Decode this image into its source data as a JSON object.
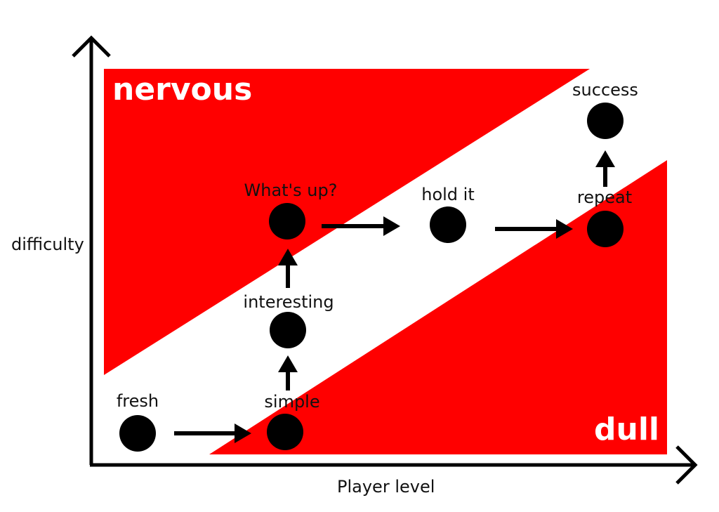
{
  "zones": {
    "upper": "nervous",
    "lower": "dull"
  },
  "axes": {
    "x_label": "Player level",
    "y_label": "difficulty"
  },
  "nodes": [
    {
      "id": "fresh",
      "label": "fresh"
    },
    {
      "id": "simple",
      "label": "simple"
    },
    {
      "id": "interesting",
      "label": "interesting"
    },
    {
      "id": "whats-up",
      "label": "What's up?"
    },
    {
      "id": "hold-it",
      "label": "hold it"
    },
    {
      "id": "repeat",
      "label": "repeat"
    },
    {
      "id": "success",
      "label": "success"
    }
  ],
  "edges": [
    {
      "from": "fresh",
      "to": "simple"
    },
    {
      "from": "simple",
      "to": "interesting"
    },
    {
      "from": "interesting",
      "to": "whats-up"
    },
    {
      "from": "whats-up",
      "to": "hold-it"
    },
    {
      "from": "hold-it",
      "to": "repeat"
    },
    {
      "from": "repeat",
      "to": "success"
    }
  ],
  "colors": {
    "zone_fill": "#ff0000",
    "node_fill": "#000000",
    "axis": "#000000",
    "zone_text": "#ffffff"
  }
}
